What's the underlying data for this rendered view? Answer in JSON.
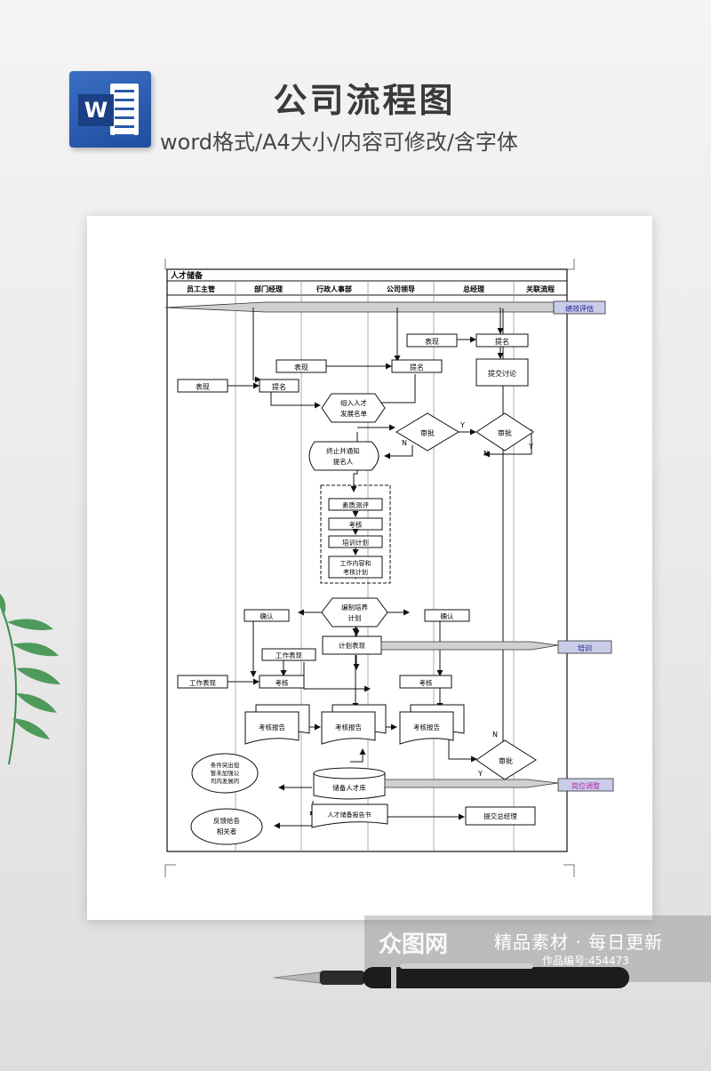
{
  "header": {
    "logo_letter": "W",
    "title": "公司流程图",
    "subtitle": "word格式/A4大小/内容可修改/含字体"
  },
  "flowchart": {
    "heading": "人才储备",
    "lanes": [
      "员工主管",
      "部门经理",
      "行政人事部",
      "公司领导",
      "总经理",
      "关联流程"
    ],
    "boxes": {
      "biaoxian_gm": "表现",
      "timing_gm": "提名",
      "tijiao_taolun": "提交讨论",
      "biaoxian_dept": "表现",
      "timing_lead": "提名",
      "biaoxian_emp": "表现",
      "timing_dept": "提名",
      "luru": "组入人才\n发展名单",
      "shenpi1": "审批",
      "shenpi2": "审批",
      "zhongzhi": "终止并通知\n提名人",
      "suzhi": "素质测评",
      "kaohe1": "考核",
      "peixun_plan": "培训计划",
      "gongzuo_plan": "工作内容和\n考核计划",
      "bianzhi": "编制培养\n计划",
      "queren_left": "确认",
      "queren_right": "确认",
      "jihua_biaoxian": "计划表现",
      "gongzuo_biaoxian_dept": "工作表现",
      "gongzuo_biaoxian_emp": "工作表现",
      "kaohe_dept": "考核",
      "kaohe_lead": "考核",
      "report1": "考核报告",
      "report2": "考核报告",
      "report3": "考核报告",
      "shenpi3": "审批",
      "tiaojian": "条件突出但\n暂未加强公\n司内发展的",
      "chubei_ku": "储备人才库",
      "chubei_report": "人才储备报告书",
      "tijiao_gm": "提交总经理",
      "fankui": "反馈给各\n相关者"
    },
    "related": {
      "jixiao": "绩效评估",
      "peixun": "培训",
      "gangwei": "岗位调整"
    },
    "marks": {
      "yes": "Y",
      "no": "N"
    }
  },
  "watermark": {
    "logo": "众图网",
    "slogan": "精品素材 · 每日更新",
    "work_id": "作品编号:454473"
  },
  "colors": {
    "accent_blue": "#1e4d9e",
    "label_fill": "#c9cde8",
    "label_purple": "#b02aa8"
  }
}
